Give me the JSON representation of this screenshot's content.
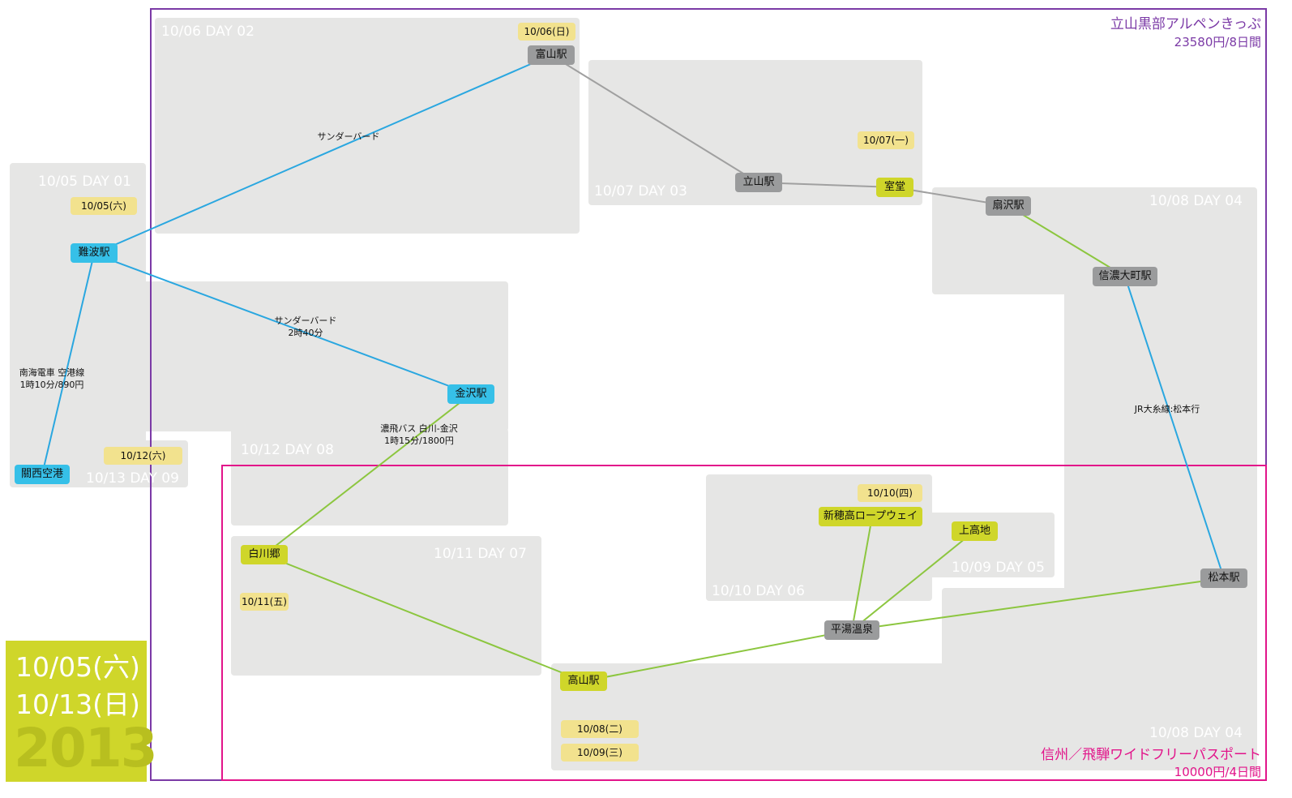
{
  "colors": {
    "panel": "#e6e6e5",
    "blue": "#36c0e8",
    "gray": "#9a9b9c",
    "green": "#cfd62a",
    "date_tag": "#f2e28e",
    "tateyama_frame": "#7b3aa6",
    "shinshu_frame": "#e2148a",
    "route_blue": "#2aa7e0",
    "route_gray": "#a0a0a0",
    "route_green": "#8cc63f"
  },
  "days": {
    "day01": "10/05 DAY 01",
    "day02": "10/06 DAY 02",
    "day03": "10/07 DAY 03",
    "day04a": "10/08 DAY 04",
    "day04b": "10/08 DAY 04",
    "day05": "10/09 DAY 05",
    "day06": "10/10 DAY 06",
    "day07": "10/11 DAY 07",
    "day08": "10/12 DAY 08",
    "day09": "10/13 DAY 09"
  },
  "dates": {
    "d1005": "10/05(六)",
    "d1006": "10/06(日)",
    "d1007": "10/07(一)",
    "d1008": "10/08(二)",
    "d1009": "10/09(三)",
    "d1010": "10/10(四)",
    "d1011": "10/11(五)",
    "d1012": "10/12(六)"
  },
  "stations": {
    "namba": "難波駅",
    "kansai": "關西空港",
    "toyama": "富山駅",
    "tateyama": "立山駅",
    "murodo": "室堂",
    "ogisawa": "扇沢駅",
    "shinano_omachi": "信濃大町駅",
    "matsumoto": "松本駅",
    "kanazawa": "金沢駅",
    "shirakawago": "白川郷",
    "takayama": "高山駅",
    "hirayu": "平湯溫泉",
    "shinhotaka": "新穂高ロープウェイ",
    "kamikochi": "上高地"
  },
  "routes": {
    "nankai_1": "南海電車 空港線",
    "nankai_2": "1時10分/890円",
    "thunderbird_up": "サンダーバード",
    "thunderbird_down_1": "サンダーバード",
    "thunderbird_down_2": "2時40分",
    "nohi_1": "濃飛バス 白川-金沢",
    "nohi_2": "1時15分/1800円",
    "jr_oito": "JR大糸線:松本行"
  },
  "passes": {
    "tateyama_name": "立山黒部アルペンきっぷ",
    "tateyama_price": "23580円/8日間",
    "shinshu_name": "信州／飛騨ワイドフリーパスポート",
    "shinshu_price": "10000円/4日間"
  },
  "summary": {
    "start": "10/05(六)",
    "end": "10/13(日)",
    "year": "2013"
  }
}
